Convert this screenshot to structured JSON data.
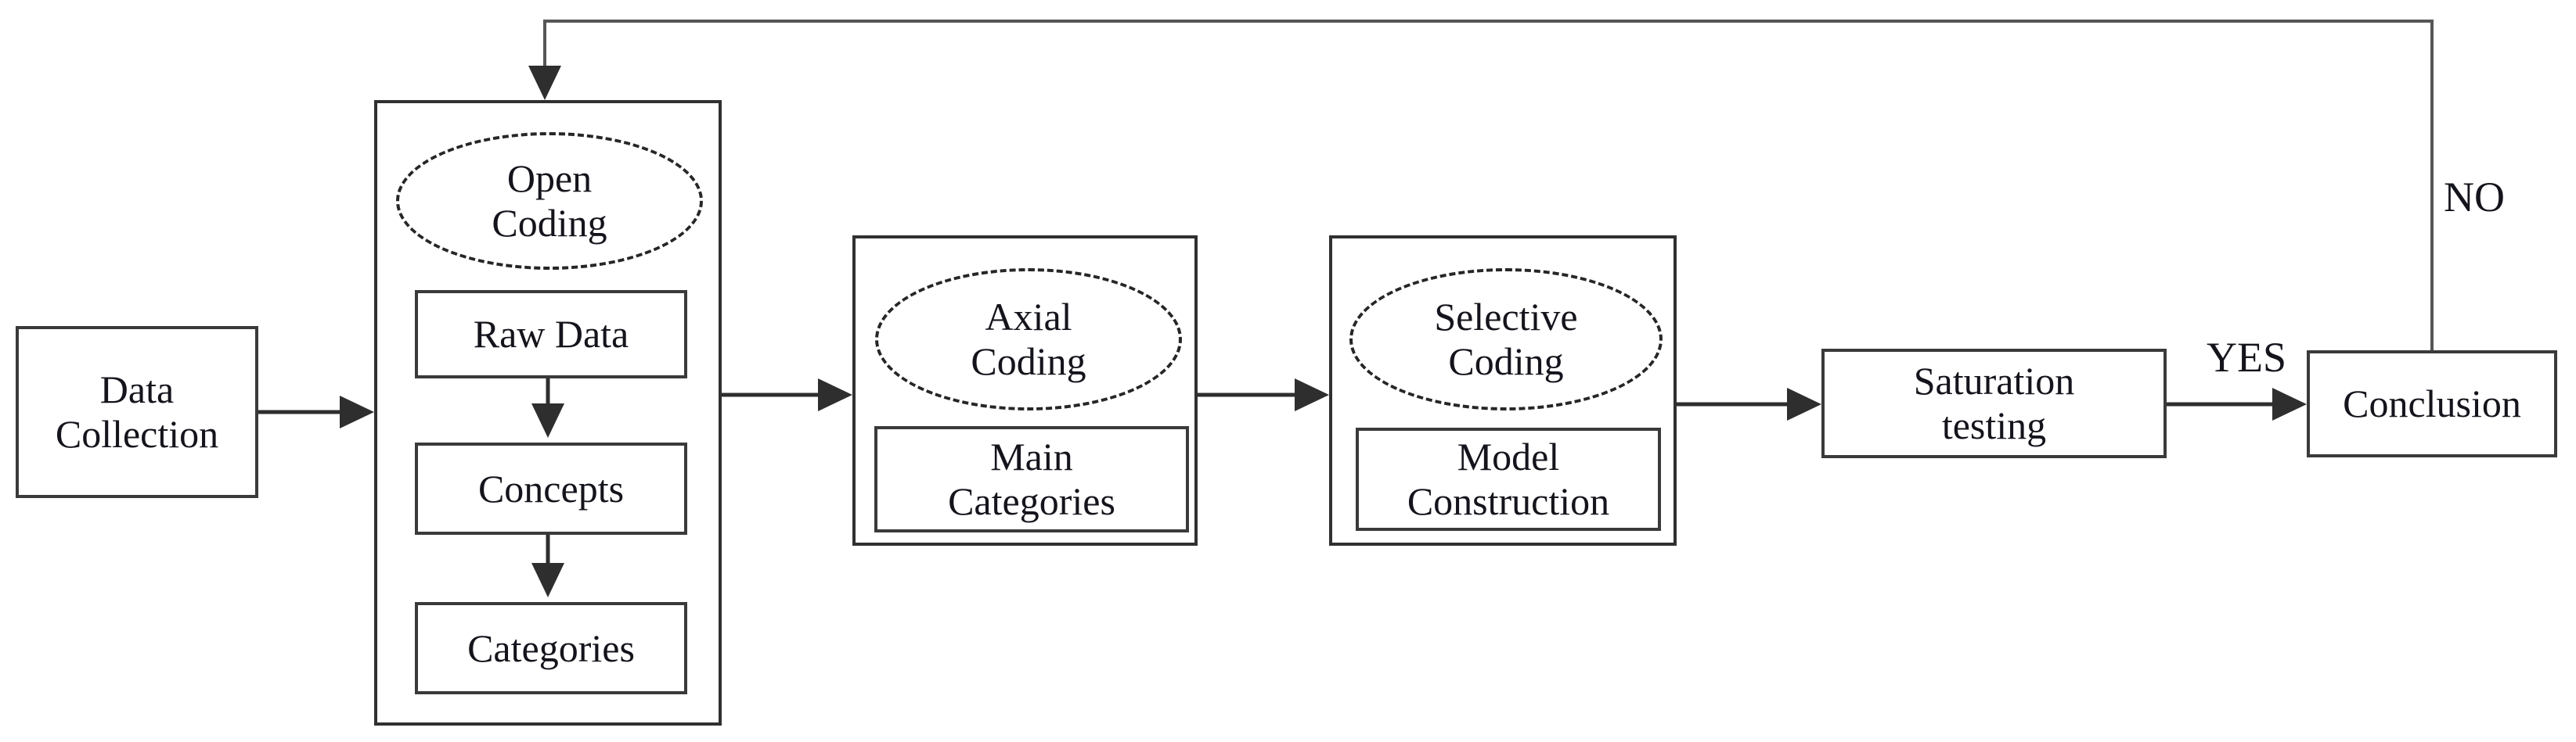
{
  "diagram": {
    "background": "#ffffff",
    "line_color": "#2e2e2e",
    "loop_line_color": "#565656",
    "text_color": "#14141c",
    "nodes": {
      "data_collection": "Data Collection",
      "open_coding": "Open Coding",
      "raw_data": "Raw Data",
      "concepts": "Concepts",
      "categories": "Categories",
      "axial_coding": "Axial Coding",
      "main_categories": "Main Categories",
      "selective_coding": "Selective Coding",
      "model_construction": "Model Construction",
      "saturation_testing": "Saturation testing",
      "conclusion": "Conclusion"
    },
    "edge_labels": {
      "yes": "YES",
      "no": "NO"
    }
  }
}
